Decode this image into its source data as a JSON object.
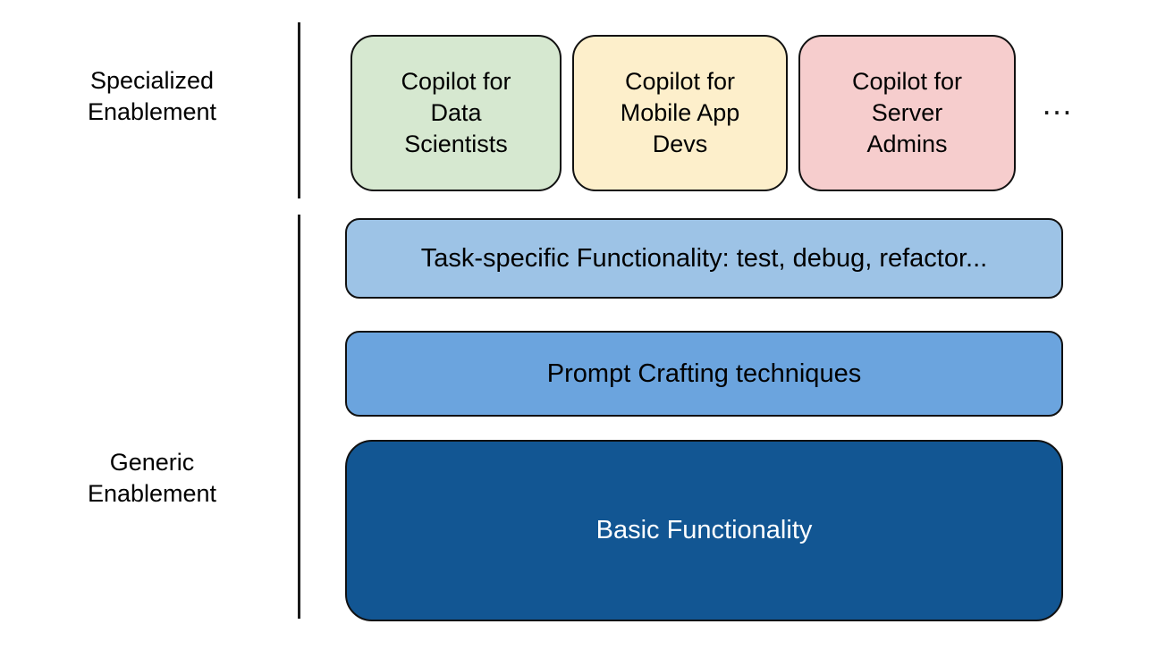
{
  "diagram": {
    "tiers": [
      {
        "id": "specialized",
        "label": "Specialized\nEnablement"
      },
      {
        "id": "generic",
        "label": "Generic\nEnablement"
      }
    ],
    "specialized_cards": [
      {
        "id": "data-scientists",
        "label": "Copilot for\nData\nScientists",
        "fill": "#D6E8D0"
      },
      {
        "id": "mobile-app-devs",
        "label": "Copilot for\nMobile App\nDevs",
        "fill": "#FDEFCB"
      },
      {
        "id": "server-admins",
        "label": "Copilot for\nServer\nAdmins",
        "fill": "#F6CDCD"
      }
    ],
    "more_indicator": "…",
    "generic_layers": [
      {
        "id": "task-specific",
        "label": "Task-specific Functionality: test, debug, refactor...",
        "fill": "#9DC3E6",
        "text_color": "#000000"
      },
      {
        "id": "prompt-crafting",
        "label": "Prompt Crafting techniques",
        "fill": "#6BA4DE",
        "text_color": "#000000"
      },
      {
        "id": "basic-functionality",
        "label": "Basic Functionality",
        "fill": "#125693",
        "text_color": "#FFFFFF"
      }
    ],
    "colors": {
      "outline": "#111111",
      "background": "#FFFFFF",
      "divider": "#1A1A1A"
    }
  }
}
